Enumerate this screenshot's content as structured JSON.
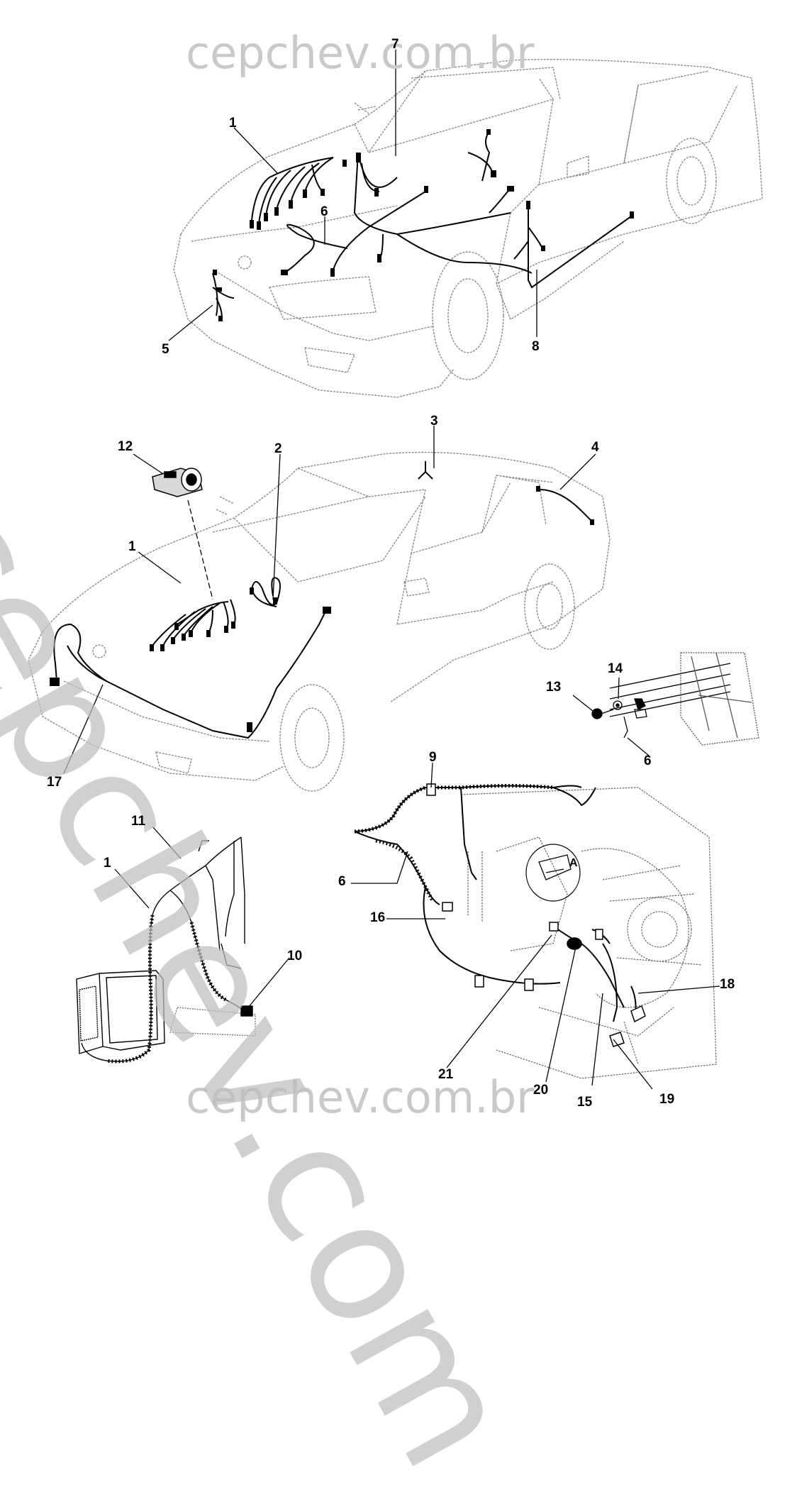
{
  "watermark": {
    "top": "cepchev.com.br",
    "bottom": "cepchev.com.br",
    "diagonal": "cepchev.com"
  },
  "callouts": {
    "c1_top": "1",
    "c5": "5",
    "c6_top": "6",
    "c7": "7",
    "c8": "8",
    "c12": "12",
    "c1_mid": "1",
    "c2": "2",
    "c3": "3",
    "c4": "4",
    "c17": "17",
    "c13": "13",
    "c14": "14",
    "c6_mid": "6",
    "c11": "11",
    "c1_bottom": "1",
    "c10": "10",
    "c9": "9",
    "c6_bottom": "6",
    "c16": "16",
    "cA": "A",
    "c18": "18",
    "c21": "21",
    "c20": "20",
    "c15": "15",
    "c19": "19"
  },
  "colors": {
    "line": "#000000",
    "car_outline": "#8a8a8a",
    "watermark": "#c9c9c9"
  }
}
